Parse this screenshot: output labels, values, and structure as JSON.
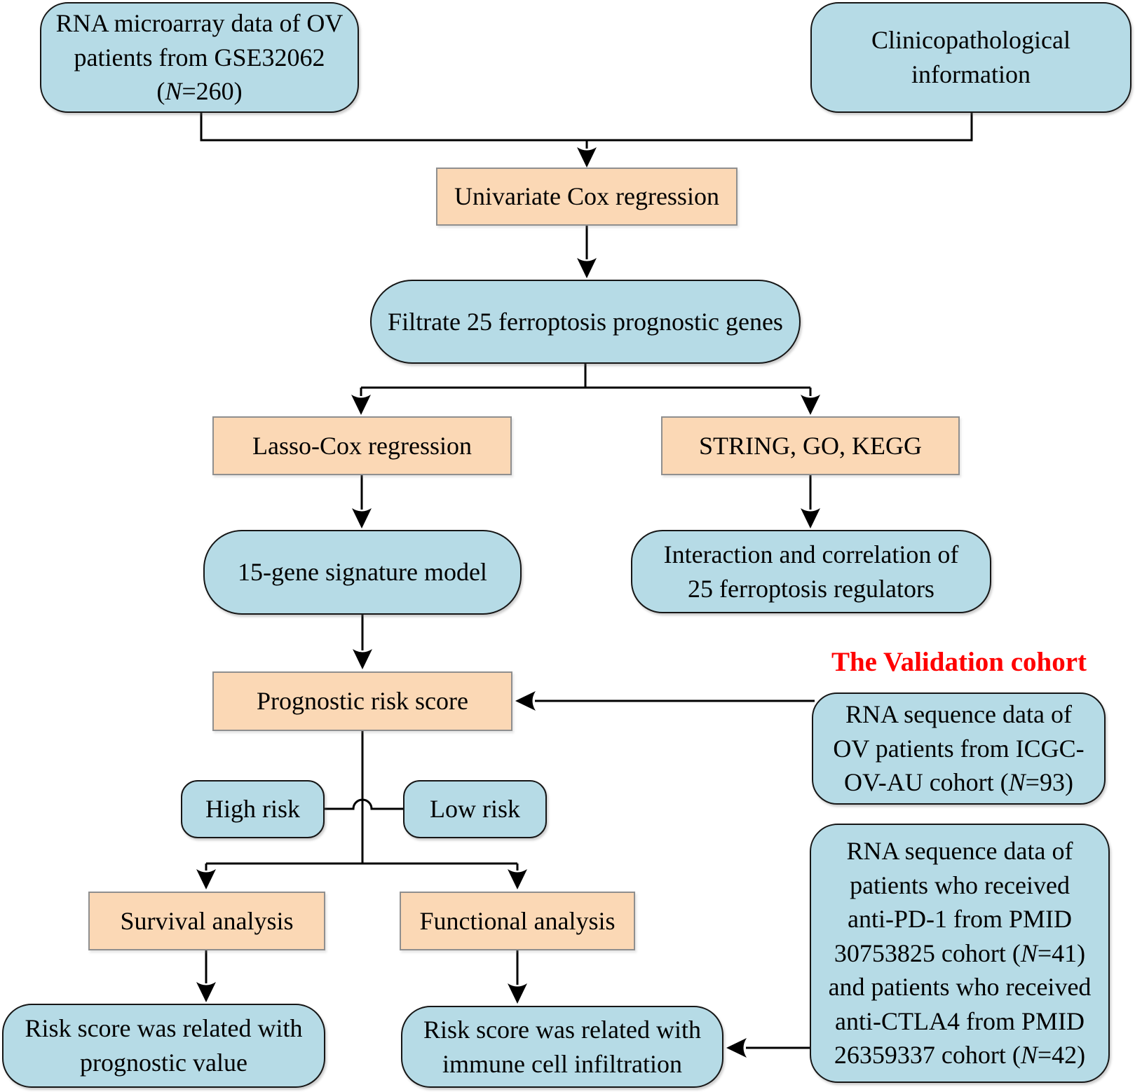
{
  "colors": {
    "node_blue": "#b6dbe6",
    "node_orange": "#fbd8b5",
    "line_black": "#000000",
    "validation_red": "#ff0000"
  },
  "flowchart": {
    "validation_label": "The Validation cohort",
    "nodes": {
      "gse": {
        "lines": [
          "RNA microarray data of OV",
          "patients from GSE32062",
          "(*N*=260)"
        ]
      },
      "clinical": {
        "lines": [
          "Clinicopathological",
          "information"
        ]
      },
      "univariate": {
        "lines": [
          "Univariate Cox regression"
        ]
      },
      "filtrate": {
        "lines": [
          "Filtrate 25 ferroptosis prognostic genes"
        ]
      },
      "lasso": {
        "lines": [
          "Lasso-Cox regression"
        ]
      },
      "string_go_kegg": {
        "lines": [
          "STRING, GO, KEGG"
        ]
      },
      "gene_signature": {
        "lines": [
          "15-gene signature model"
        ]
      },
      "interaction": {
        "lines": [
          "Interaction and correlation of",
          "25 ferroptosis regulators"
        ]
      },
      "prognostic": {
        "lines": [
          "Prognostic risk score"
        ]
      },
      "icgc": {
        "lines": [
          "RNA sequence data of",
          "OV patients from ICGC-",
          "OV-AU cohort (*N*=93)"
        ]
      },
      "high_risk": {
        "lines": [
          "High risk"
        ]
      },
      "low_risk": {
        "lines": [
          "Low risk"
        ]
      },
      "pmid": {
        "lines": [
          "RNA sequence data of",
          "patients who received",
          "anti-PD-1 from PMID",
          "30753825 cohort (*N*=41)",
          "and patients who received",
          "anti-CTLA4 from PMID",
          "26359337 cohort (*N*=42)"
        ]
      },
      "survival": {
        "lines": [
          "Survival analysis"
        ]
      },
      "functional": {
        "lines": [
          "Functional analysis"
        ]
      },
      "prognostic_value": {
        "lines": [
          "Risk score was related with",
          "prognostic value"
        ]
      },
      "immune": {
        "lines": [
          "Risk score was related with",
          "immune cell infiltration"
        ]
      }
    }
  }
}
